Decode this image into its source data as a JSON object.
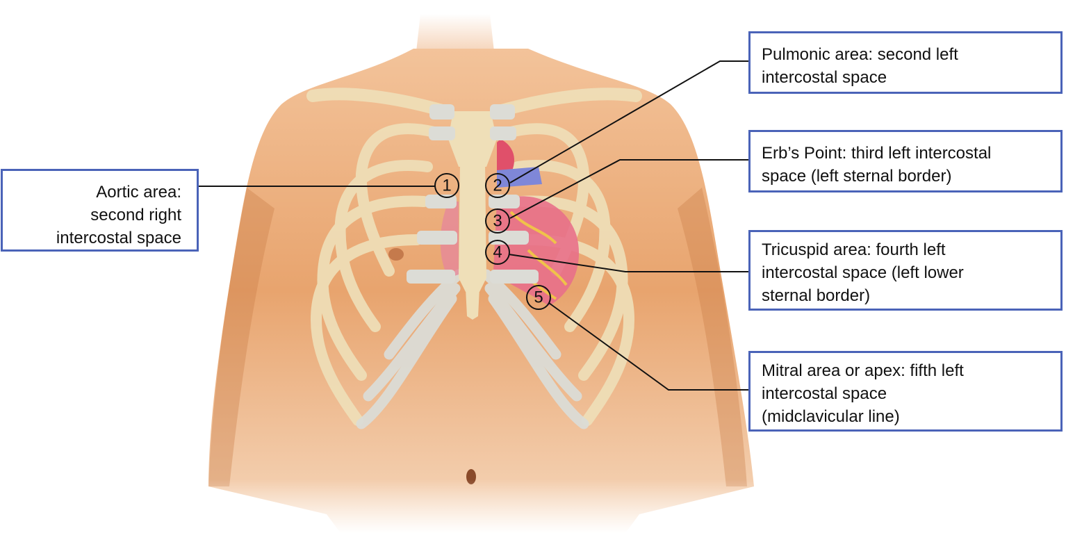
{
  "colors": {
    "skin": "#e8a46e",
    "skin_shadow": "#c97a45",
    "rib": "#efdfb8",
    "cartilage": "#dcdcd6",
    "heart": "#e8708a",
    "vessel": "#7f87d8",
    "box_border": "#4a63b8",
    "leader_line": "#111111"
  },
  "points": [
    {
      "number": "1"
    },
    {
      "number": "2"
    },
    {
      "number": "3"
    },
    {
      "number": "4"
    },
    {
      "number": "5"
    }
  ],
  "labels": {
    "aortic": "Aortic area:\nsecond right\nintercostal space",
    "pulmonic": "Pulmonic area: second left\nintercostal space",
    "erb": "Erb’s Point: third left intercostal\nspace (left sternal border)",
    "tricuspid": "Tricuspid area: fourth left\nintercostal space (left lower\nsternal border)",
    "mitral": "Mitral area or apex: fifth left\nintercostal space\n(midclavicular line)"
  }
}
